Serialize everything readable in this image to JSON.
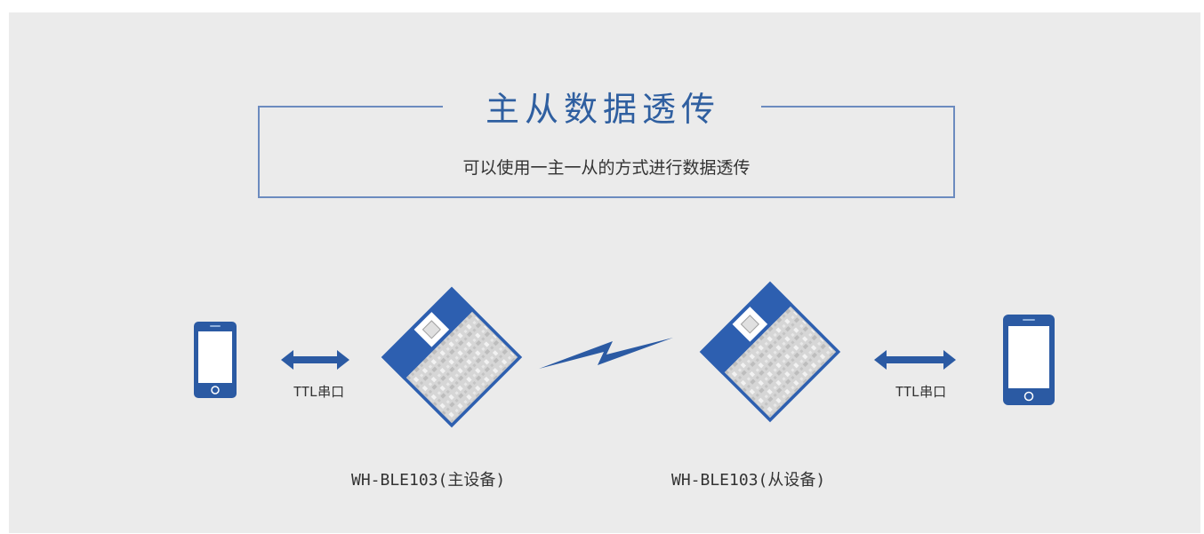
{
  "header": {
    "title": "主从数据透传",
    "subtitle": "可以使用一主一从的方式进行数据透传"
  },
  "diagram": {
    "left_link_label": "TTL串口",
    "right_link_label": "TTL串口",
    "master_label": "WH-BLE103(主设备)",
    "slave_label": "WH-BLE103(从设备)"
  },
  "icons": {
    "left_device": "smartphone-icon",
    "right_device": "smartphone-icon",
    "left_arrow": "double-arrow-icon",
    "right_arrow": "double-arrow-icon",
    "wireless": "lightning-bolt-icon",
    "master_module": "ble-module-icon",
    "slave_module": "ble-module-icon"
  },
  "colors": {
    "accent": "#2b5aa3",
    "frame": "#6c8bbf",
    "background": "#ebebeb",
    "module_board": "#d8d8d8",
    "module_edge": "#2d5fb0"
  }
}
